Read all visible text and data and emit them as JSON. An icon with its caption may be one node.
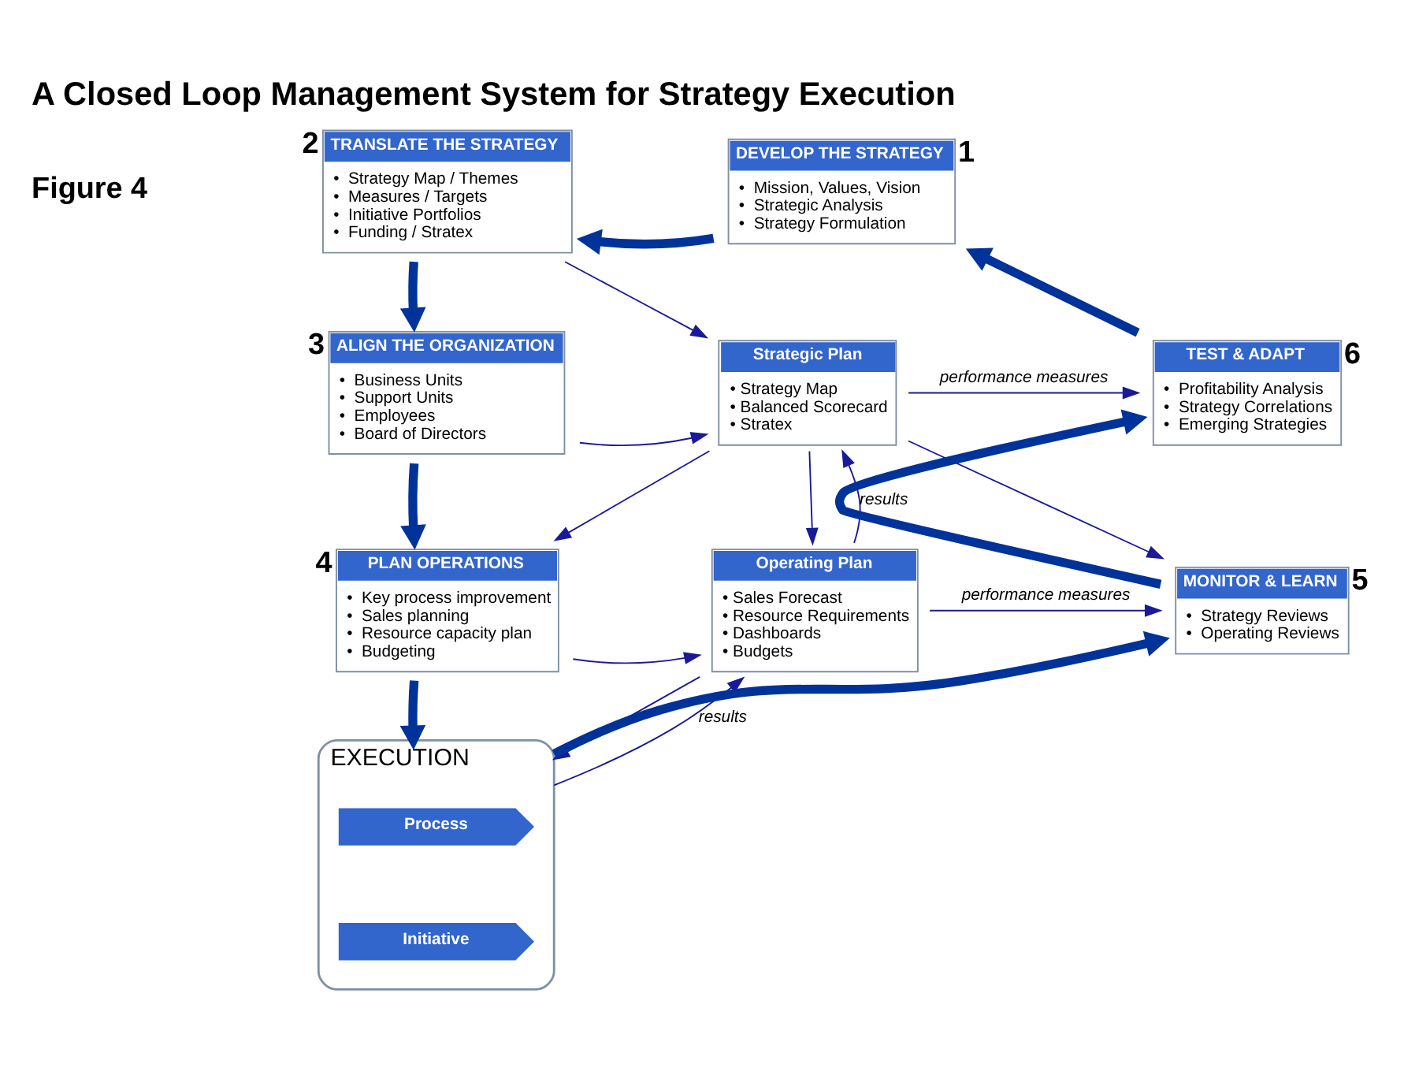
{
  "diagram": {
    "title": "A Closed Loop Management System for Strategy Execution",
    "nodes": [
      {
        "text": [
          "DEVELOP THE STRATEGY",
          "•  Mission, Values, Vision",
          "•  Strategic Analysis",
          "•  Strategy Formulation"
        ],
        "beside": [
          "1"
        ]
      },
      {
        "text": [
          "TRANSLATE THE STRATEGY",
          "•  Strategy Map / Themes",
          "•  Measures / Targets",
          "•  Initiative Portfolios",
          "•  Funding / Stratex"
        ],
        "beside": [
          "2"
        ]
      },
      {
        "text": [
          "ALIGN THE ORGANIZATION",
          "•  Business Units",
          "•  Support Units",
          "•  Employees",
          "•  Board of Directors"
        ],
        "beside": [
          "3"
        ]
      },
      {
        "text": [
          "PLAN OPERATIONS",
          "•  Key process improvement",
          "•  Sales planning",
          "•  Resource capacity plan",
          "•  Budgeting"
        ],
        "beside": [
          "4"
        ]
      },
      {
        "text": [
          "Strategic Plan",
          "• Strategy Map",
          "• Balanced Scorecard",
          "• Stratex"
        ]
      },
      {
        "text": [
          "Operating Plan",
          "• Sales Forecast",
          "• Resource Requirements",
          "• Dashboards",
          "• Budgets"
        ]
      },
      {
        "text": [
          "EXECUTION"
        ]
      },
      {
        "text": [
          "Process"
        ],
        "in": 6
      },
      {
        "text": [
          "Initiative"
        ],
        "in": 6
      },
      {
        "text": [
          "MONITOR & LEARN",
          "•  Strategy Reviews",
          "•  Operating Reviews"
        ],
        "beside": [
          "5"
        ]
      },
      {
        "text": [
          "TEST & ADAPT",
          "•  Profitability Analysis",
          "•  Strategy Correlations",
          "•  Emerging Strategies"
        ],
        "beside": [
          "6"
        ]
      }
    ],
    "edges": [
      {
        "from": 0,
        "to": 1,
        "arrow": "to",
        "style": "thick",
        "color": "#003399"
      },
      {
        "from": 1,
        "to": 2,
        "arrow": "to",
        "style": "thick",
        "color": "#003399"
      },
      {
        "from": 2,
        "to": 3,
        "arrow": "to",
        "style": "thick",
        "color": "#003399"
      },
      {
        "from": 3,
        "to": 6,
        "arrow": "to",
        "style": "thick",
        "color": "#003399"
      },
      {
        "from": 6,
        "to": 9,
        "arrow": "to",
        "style": "thick",
        "color": "#003399"
      },
      {
        "from": 9,
        "to": 10,
        "arrow": "to",
        "style": "thick",
        "color": "#003399"
      },
      {
        "from": 10,
        "to": 0,
        "arrow": "to",
        "style": "thick",
        "color": "#003399"
      },
      {
        "from": 1,
        "to": 4,
        "arrow": "to"
      },
      {
        "from": 2,
        "to": 4,
        "arrow": "to"
      },
      {
        "from": 4,
        "to": 3,
        "arrow": "to"
      },
      {
        "from": 3,
        "to": 5,
        "arrow": "to"
      },
      {
        "from": 4,
        "to": 10,
        "arrow": "to",
        "label": "performance measures"
      },
      {
        "from": 4,
        "to": 9,
        "arrow": "to"
      },
      {
        "from": 5,
        "to": 9,
        "arrow": "to",
        "label": "performance measures"
      },
      {
        "from": 4,
        "to": 5,
        "arrow": "to"
      },
      {
        "from": 5,
        "to": 4,
        "arrow": "to",
        "label": "results"
      },
      {
        "from": 5,
        "to": 6,
        "arrow": "to"
      },
      {
        "from": 6,
        "to": 5,
        "arrow": "to",
        "label": "results"
      }
    ],
    "labels": [
      "Figure 4"
    ]
  }
}
